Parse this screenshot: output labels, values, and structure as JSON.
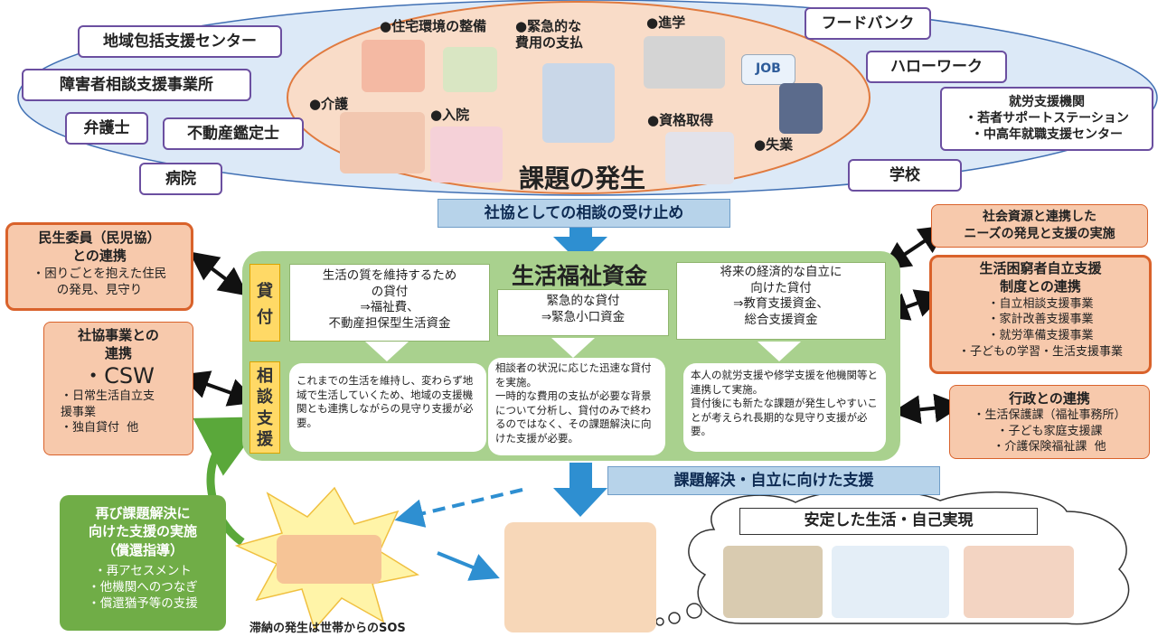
{
  "top": {
    "title": "課題の発生",
    "items": {
      "housing": "●住宅環境の整備",
      "emergency": "●緊急的な\n費用の支払",
      "schooling": "●進学",
      "care": "●介護",
      "hospital": "●入院",
      "license": "●資格取得",
      "unemployed": "●失業"
    },
    "job_sign": "JOB"
  },
  "orgs": {
    "community_center": "地域包括支援センター",
    "disability_office": "障害者相談支援事業所",
    "lawyer": "弁護士",
    "appraiser": "不動産鑑定士",
    "hospital": "病院",
    "food_bank": "フードバンク",
    "hello_work": "ハローワーク",
    "employment_support": "就労支援機関\n・若者サポートステーション\n・中高年就職支援センター",
    "school": "学校"
  },
  "banners": {
    "intake": "社協としての相談の受け止め",
    "resolution": "課題解決・自立に向けた支援"
  },
  "fund": {
    "title": "生活福祉資金",
    "tab_loan": "貸\n付",
    "tab_consult": "相\n談\n支\n援",
    "loan1": "生活の質を維持するため\nの貸付\n⇒福祉費、\n不動産担保型生活資金",
    "loan2": "緊急的な貸付\n⇒緊急小口資金",
    "loan3": "将来の経済的な自立に\n向けた貸付\n⇒教育支援資金、\n総合支援資金",
    "consult1": "これまでの生活を維持し、変わらず地域で生活していくため、地域の支援機関とも連携しながらの見守り支援が必要。",
    "consult2": "相談者の状況に応じた迅速な貸付を実施。\n一時的な費用の支払が必要な背景について分析し、貸付のみで終わるのではなく、その課題解決に向けた支援が必要。",
    "consult3": "本人の就労支援や修学支援を他機関等と連携して実施。\n貸付後にも新たな課題が発生しやすいことが考えられ長期的な見守り支援が必要。"
  },
  "left": {
    "minsei_title": "民生委員（民児協）\nとの連携",
    "minsei_body": "・困りごとを抱えた住民\nの発見、見守り",
    "csw_title": "社協事業との\n連携",
    "csw_big": "・CSW",
    "csw_body": "・日常生活自立支\n援事業\n・独自貸付  他",
    "repay_title": "再び課題解決に\n向けた支援の実施\n（償還指導）",
    "repay_body": "・再アセスメント\n・他機関へのつなぎ\n・償還猶予等の支援",
    "arrears": "滞納の発生は世帯からのSOS"
  },
  "right": {
    "resources": "社会資源と連携した\nニーズの発見と支援の実施",
    "needy_title": "生活困窮者自立支援\n制度との連携",
    "needy_body": "・自立相談支援事業\n・家計改善支援事業\n・就労準備支援事業\n・子どもの学習・生活支援事業",
    "gov_title": "行政との連携",
    "gov_body": "・生活保護課（福祉事務所）\n・子ども家庭支援課\n・介護保険福祉課  他"
  },
  "bottom": {
    "stable_life": "安定した生活・自己実現"
  },
  "colors": {
    "ellipse_fill": "#dce9f7",
    "ellipse_border": "#3f6fb3",
    "inner_ellipse_fill": "#f9dcc8",
    "inner_ellipse_border": "#e07a3f",
    "arrow_blue": "#2e8fd1",
    "green_panel": "#a9d18e",
    "peach": "#f7c9ac",
    "peach_border": "#d9622b",
    "gold_tab": "#ffd966",
    "green_box": "#70ad47"
  }
}
